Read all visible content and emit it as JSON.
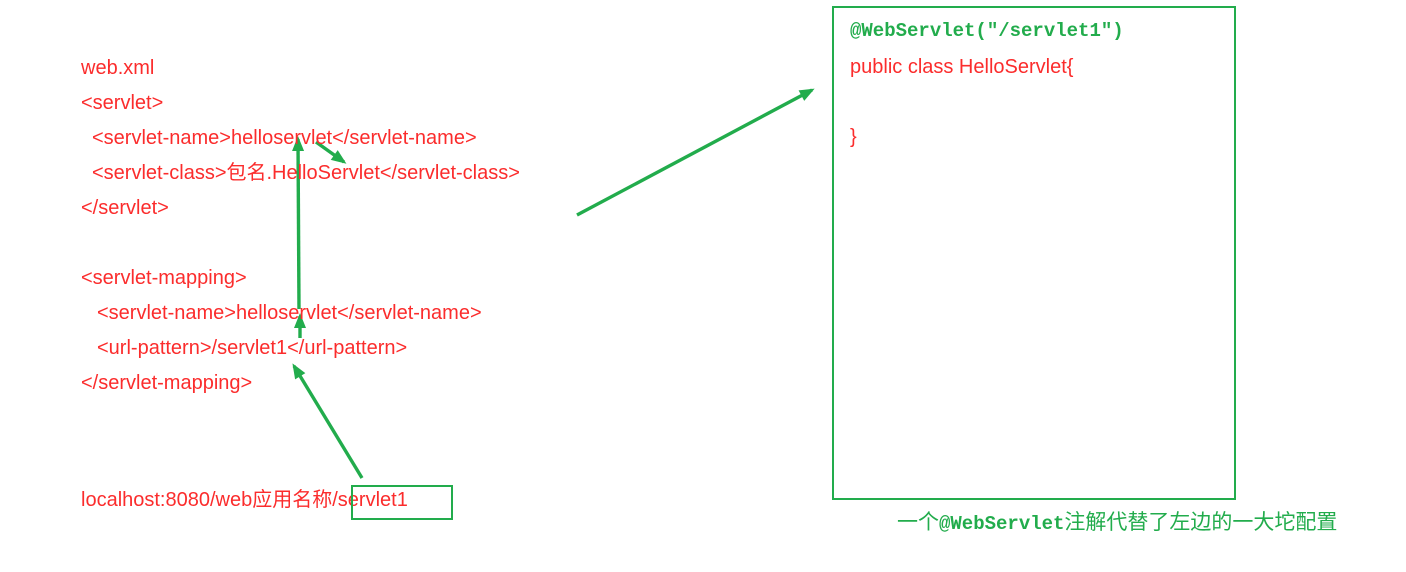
{
  "colors": {
    "red": "#fb2c2c",
    "green": "#22ac4c"
  },
  "left_panel": {
    "file_label": "web.xml",
    "servlet_block": {
      "open_tag": "<servlet>",
      "name_line": "<servlet-name>helloservlet</servlet-name>",
      "class_line": "<servlet-class>包名.HelloServlet</servlet-class>",
      "close_tag": "</servlet>"
    },
    "mapping_block": {
      "open_tag": "<servlet-mapping>",
      "name_line": "<servlet-name>helloservlet</servlet-name>",
      "pattern_line": "<url-pattern>/servlet1</url-pattern>",
      "close_tag": "</servlet-mapping>"
    },
    "url_line": {
      "prefix": "localhost:8080/web应用名称/",
      "boxed_segment": "servlet1"
    }
  },
  "right_panel": {
    "annotation_line": "@WebServlet(\"/servlet1\")",
    "class_declaration": "public class HelloServlet{",
    "closing_brace": "}"
  },
  "caption": {
    "prefix": "一个",
    "code": "@WebServlet",
    "suffix": "注解代替了左边的一大坨配置"
  }
}
